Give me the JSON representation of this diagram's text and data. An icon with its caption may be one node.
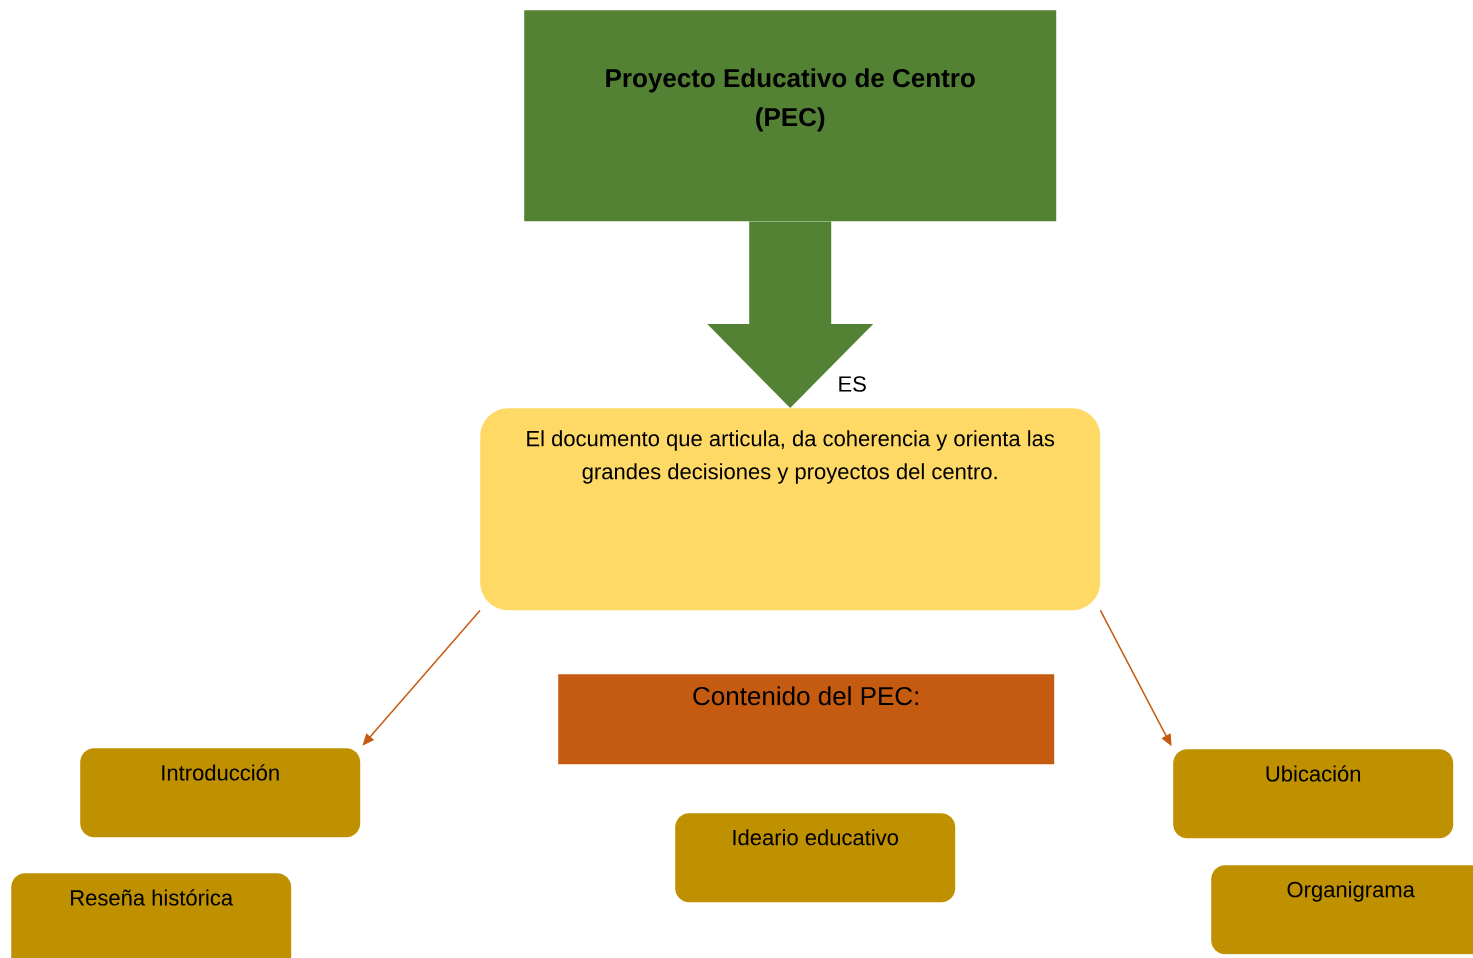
{
  "diagram": {
    "nodes": [
      {
        "text": [
          "Proyecto Educativo de Centro (PEC)"
        ]
      },
      {
        "text": [
          "El documento que articula, da coherencia y orienta las grandes decisiones y proyectos del centro."
        ]
      },
      {
        "text": [
          "Contenido del PEC:"
        ]
      },
      {
        "text": [
          "Introducción"
        ]
      },
      {
        "text": [
          "Reseña histórica"
        ]
      },
      {
        "text": [
          "Ideario educativo"
        ]
      },
      {
        "text": [
          "Ubicación"
        ]
      },
      {
        "text": [
          "Organigrama"
        ]
      }
    ],
    "edges": [
      {
        "from": 0,
        "to": 1,
        "arrow": "to",
        "label": "ES",
        "style": "thick",
        "color": "#548235"
      },
      {
        "from": 1,
        "to": 3,
        "arrow": "to"
      },
      {
        "from": 1,
        "to": 6,
        "arrow": "to"
      }
    ]
  }
}
